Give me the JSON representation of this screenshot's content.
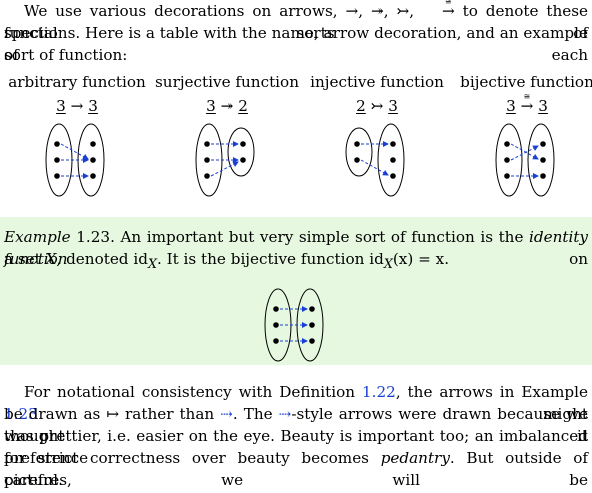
{
  "intro": {
    "line1_prefix": "We use various decorations on arrows,",
    "arrow_plain": "→",
    "arrow_surj": "↠",
    "arrow_inj": "↣",
    "arrow_iso": "≅",
    "line1_suffix": "to denote these special sorts of",
    "line2": "functions. Here is a table with the name, arrow decoration, and an example of each",
    "line3": "sort of function:"
  },
  "table": [
    {
      "title": "arbitrary function",
      "domain": "3",
      "arrow": "→",
      "codomain": "3"
    },
    {
      "title": "surjective function",
      "domain": "3",
      "arrow": "↠",
      "codomain": "2"
    },
    {
      "title": "injective function",
      "domain": "2",
      "arrow": "↣",
      "codomain": "3"
    },
    {
      "title": "bijective function",
      "domain": "3",
      "arrow": "→",
      "iso": "≅",
      "codomain": "3"
    }
  ],
  "example": {
    "label": "Example",
    "number": "1.23.",
    "text1": "An important but very simple sort of function is the",
    "term": "identity function",
    "text1_end": "on",
    "line2_a": "a set",
    "X": "X",
    "line2_b": ", denoted id",
    "sub": "X",
    "line2_c": ". It is the bijective function id",
    "line2_d": "(x) = x."
  },
  "closing": {
    "l1_a": "For notational consistency with Definition",
    "def_ref": "1.22",
    "l1_b": ", the arrows in Example",
    "ex_ref": "1.23",
    "l1_c": "might",
    "l2_a": "be drawn as",
    "mapsto": "↦",
    "l2_b": "rather than",
    "dash_arrow": "⇢",
    "l2_c": ". The",
    "l2_d": "-style arrows were drawn because we thought it",
    "l3": "was prettier, i.e. easier on the eye. Beauty is important too; an imbalanced preference",
    "l4_a": "for strict correctness over beauty becomes",
    "pedantry": "pedantry",
    "l4_b": ". But outside of pictures, we will be",
    "l5": "careful."
  },
  "colors": {
    "arrow": "#1a3fd6",
    "example_bg": "#e6f9e0",
    "link": "#1a3fd6"
  }
}
